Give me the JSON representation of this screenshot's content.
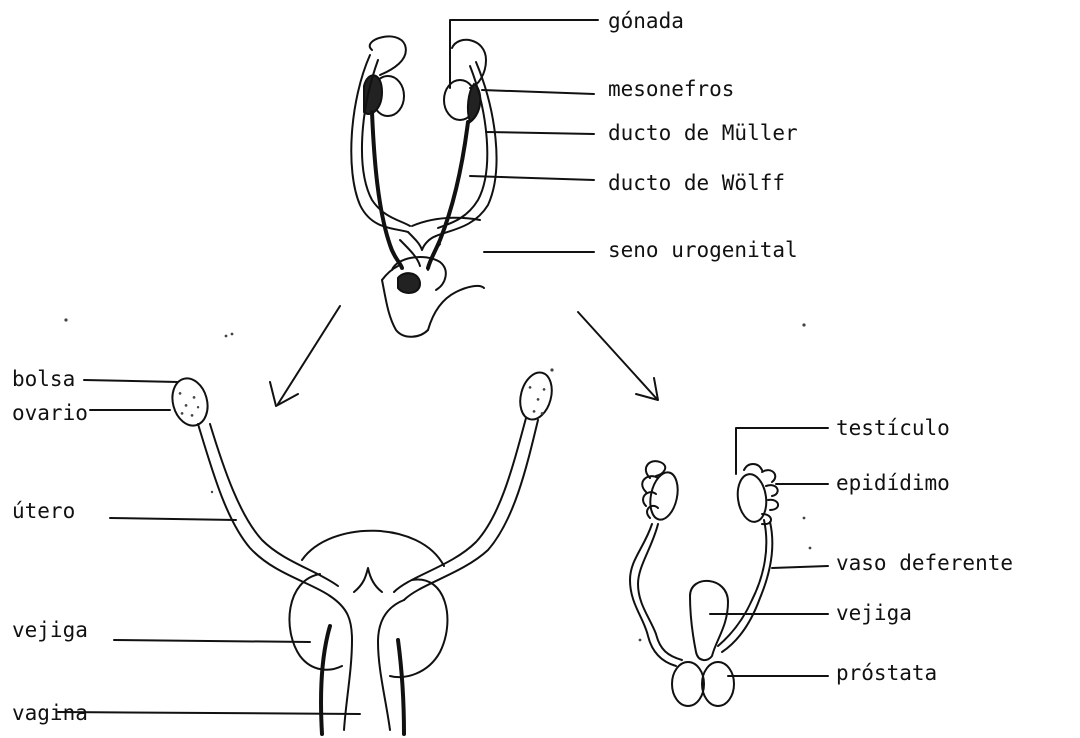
{
  "labels": {
    "gonada": "gónada",
    "mesonefros": "mesonefros",
    "ducto_muller": "ducto de Müller",
    "ducto_wolff": "ducto de Wölff",
    "seno_urogenital": "seno urogenital",
    "bolsa": "bolsa",
    "ovario": "ovario",
    "utero": "útero",
    "vejiga_f": "vejiga",
    "vagina": "vagina",
    "testiculo": "testículo",
    "epididimo": "epidídimo",
    "vaso_deferente": "vaso deferente",
    "vejiga_m": "vejiga",
    "prostata": "próstata"
  }
}
